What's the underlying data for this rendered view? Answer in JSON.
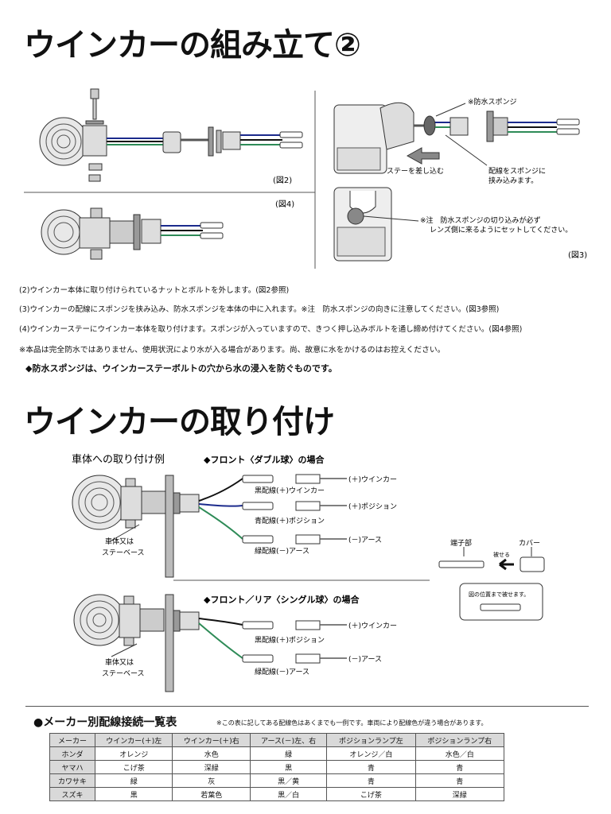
{
  "titles": {
    "assembly": "ウインカーの組み立て②",
    "mounting": "ウインカーの取り付け"
  },
  "figures": {
    "fig2": "(図2)",
    "fig4": "(図4)",
    "fig3": "(図3)",
    "sponge_label": "※防水スポンジ",
    "insert_stay": "ステーを差し込む",
    "wiring_line1": "配線をスポンジに",
    "wiring_line2": "挟み込みます。",
    "note_line1": "※注　防水スポンジの切り込みが必ず",
    "note_line2": "レンズ側に来るようにセットしてください。"
  },
  "instructions": [
    "(2)ウインカー本体に取り付けられているナットとボルトを外します。(図2参照)",
    "(3)ウインカーの配線にスポンジを挟み込み、防水スポンジを本体の中に入れます。※注　防水スポンジの向きに注意してください。(図3参照)",
    "(4)ウインカーステーにウインカー本体を取り付けます。スポンジが入っていますので、きつく押し込みボルトを通し締め付けてください。(図4参照)",
    "※本品は完全防水ではありません、使用状況により水が入る場合があります。尚、故意に水をかけるのはお控えください。"
  ],
  "highlight": "◆防水スポンジは、ウインカーステーボルトの穴から水の浸入を防ぐものです。",
  "mounting": {
    "example_label": "車体への取り付け例",
    "double": {
      "heading": "◆フロント〈ダブル球〉の場合",
      "out1": "(＋)ウインカー",
      "wire1": "黒配線(＋)ウインカー",
      "out2": "(＋)ポジション",
      "wire2": "青配線(＋)ポジション",
      "out3": "(－)アース",
      "wire3": "緑配線(－)アース",
      "base1": "車体又は",
      "base2": "ステーベース"
    },
    "single": {
      "heading": "◆フロント／リア〈シングル球〉の場合",
      "out1": "(＋)ウインカー",
      "wire1": "黒配線(＋)ポジション",
      "out2": "(－)アース",
      "wire2": "緑配線(－)アース",
      "base1": "車体又は",
      "base2": "ステーベース"
    },
    "terminal": {
      "terminal_label": "端子部",
      "cover_label": "カバー",
      "fit_label": "被せる",
      "box_note": "図の位置まで被せます。"
    }
  },
  "maker_table": {
    "title": "●メーカー別配線接続一覧表",
    "note": "※この表に記してある配線色はあくまでも一例です。車両により配線色が違う場合があります。",
    "headers": [
      "メーカー",
      "ウインカー(＋)左",
      "ウインカー(＋)右",
      "アース(－)左、右",
      "ポジションランプ左",
      "ポジションランプ右"
    ],
    "rows": [
      [
        "ホンダ",
        "オレンジ",
        "水色",
        "緑",
        "オレンジ／白",
        "水色／白"
      ],
      [
        "ヤマハ",
        "こげ茶",
        "深緑",
        "黒",
        "青",
        "青"
      ],
      [
        "カワサキ",
        "緑",
        "灰",
        "黒／黄",
        "青",
        "青"
      ],
      [
        "スズキ",
        "黒",
        "若葉色",
        "黒／白",
        "こげ茶",
        "深緑"
      ]
    ]
  },
  "colors": {
    "wire_black": "#111111",
    "wire_blue": "#1b2a8c",
    "wire_green": "#2e8b57",
    "header_gray": "#d9d9d9"
  }
}
